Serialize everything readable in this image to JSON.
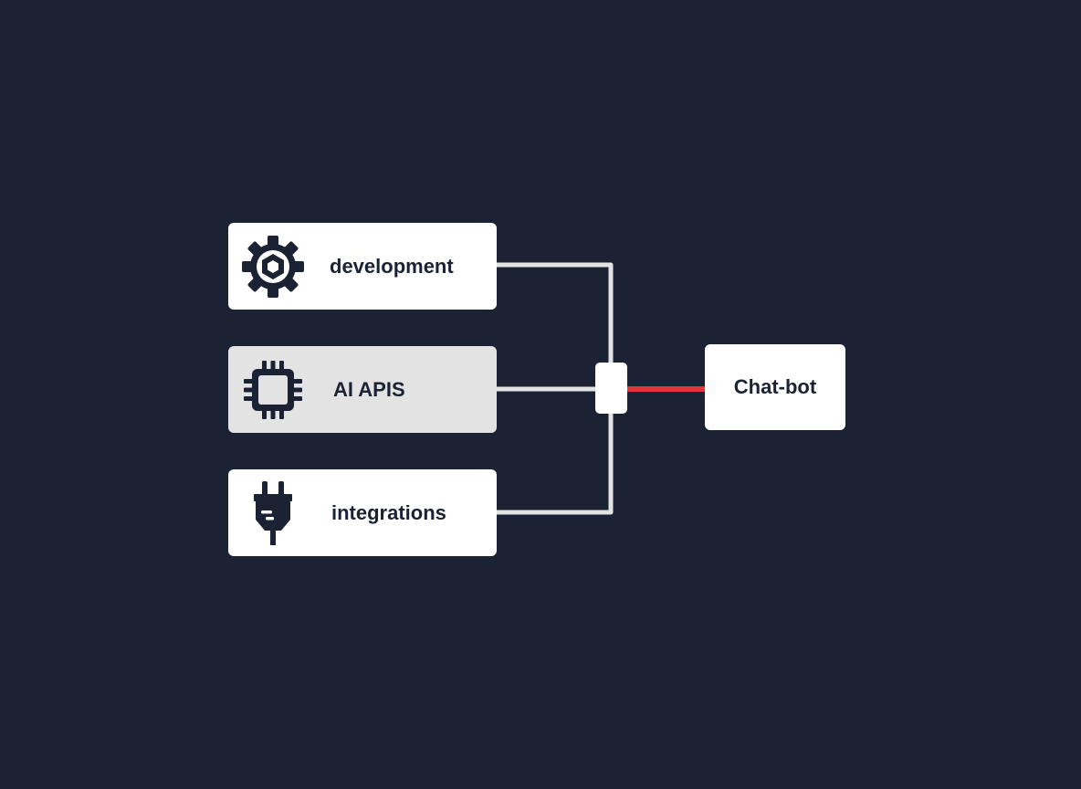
{
  "nodes": {
    "development": {
      "label": "development",
      "icon": "gear-icon"
    },
    "ai_apis": {
      "label": "AI APIS",
      "icon": "chip-icon"
    },
    "integrations": {
      "label": "integrations",
      "icon": "plug-icon"
    },
    "chatbot": {
      "label": "Chat-bot"
    }
  },
  "colors": {
    "background": "#1a2233",
    "node": "#ffffff",
    "active_node": "#e3e3e4",
    "connector": "#e3e3e4",
    "highlight_connector": "#e8323a",
    "text": "#1a2233"
  }
}
